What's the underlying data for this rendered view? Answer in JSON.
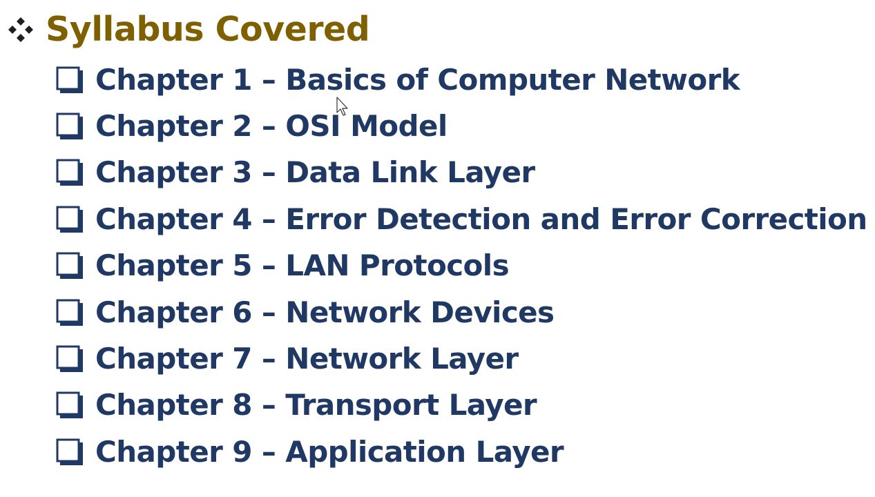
{
  "slide": {
    "title": "Syllabus Covered",
    "title_bullet_icon": "four-diamond-bullet-icon",
    "checkbox_icon": "shadowed-checkbox-icon",
    "colors": {
      "title": "#7f6000",
      "chapters": "#1f3864",
      "checkbox": "#1f3864"
    },
    "chapters": [
      {
        "label": "Chapter 1 – Basics of Computer Network"
      },
      {
        "label": "Chapter 2 – OSI Model"
      },
      {
        "label": "Chapter 3 – Data Link Layer"
      },
      {
        "label": "Chapter 4 – Error Detection and Error Correction"
      },
      {
        "label": "Chapter 5 – LAN Protocols"
      },
      {
        "label": "Chapter 6 – Network Devices"
      },
      {
        "label": "Chapter 7 – Network Layer"
      },
      {
        "label": "Chapter 8 – Transport Layer"
      },
      {
        "label": "Chapter 9 – Application Layer"
      }
    ]
  }
}
